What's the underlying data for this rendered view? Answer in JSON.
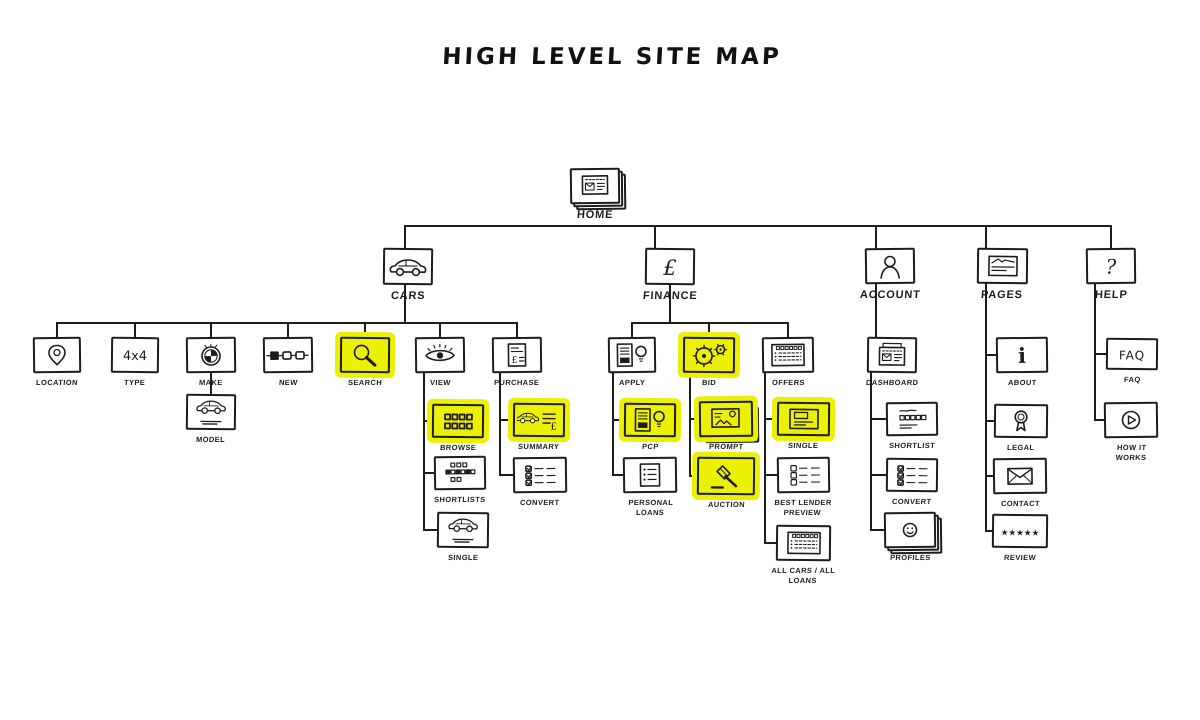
{
  "title": "HIGH LEVEL SITE MAP",
  "colors": {
    "highlight": "#ecf005",
    "ink": "#1d1d1d",
    "background": "#ffffff"
  },
  "sitemap": {
    "root": {
      "id": "home",
      "label": "HOME",
      "icon": "browser-stack-icon",
      "stacked": true
    },
    "sections": [
      {
        "id": "cars",
        "label": "CARS",
        "icon": "car-icon",
        "children": [
          {
            "id": "location",
            "label": "LOCATION",
            "icon": "location-pin-icon"
          },
          {
            "id": "type",
            "label": "TYPE",
            "icon": "4x4-badge-icon"
          },
          {
            "id": "make",
            "label": "MAKE",
            "icon": "brand-roundel-icon",
            "children": [
              {
                "id": "model",
                "label": "MODEL",
                "icon": "car-detail-icon"
              }
            ]
          },
          {
            "id": "new",
            "label": "NEW",
            "icon": "chain-links-icon"
          },
          {
            "id": "search",
            "label": "SEARCH",
            "icon": "magnifier-icon",
            "highlighted": true
          },
          {
            "id": "view",
            "label": "VIEW",
            "icon": "eye-icon",
            "children": [
              {
                "id": "browse",
                "label": "BROWSE",
                "icon": "thumbnail-grid-icon",
                "highlighted": true
              },
              {
                "id": "shortlists",
                "label": "SHORTLISTS",
                "icon": "mini-grid-icon"
              },
              {
                "id": "single-car",
                "label": "SINGLE",
                "icon": "car-detail-icon"
              }
            ]
          },
          {
            "id": "purchase",
            "label": "PURCHASE",
            "icon": "invoice-icon",
            "children": [
              {
                "id": "summary",
                "label": "SUMMARY",
                "icon": "car-summary-icon",
                "highlighted": true
              },
              {
                "id": "convert-cars",
                "label": "CONVERT",
                "icon": "checklist-icon"
              }
            ]
          }
        ]
      },
      {
        "id": "finance",
        "label": "FINANCE",
        "icon": "pound-icon",
        "children": [
          {
            "id": "apply",
            "label": "APPLY",
            "icon": "application-bulb-icon",
            "children": [
              {
                "id": "pcp",
                "label": "PCP",
                "icon": "application-bulb-icon",
                "highlighted": true
              },
              {
                "id": "personal-loans",
                "label": "PERSONAL\nLOANS",
                "icon": "list-icon"
              }
            ]
          },
          {
            "id": "bid",
            "label": "BID",
            "icon": "gears-icon",
            "highlighted": true,
            "children": [
              {
                "id": "prompt",
                "label": "PROMPT",
                "icon": "photo-cards-icon",
                "highlighted": true,
                "stacked": true
              },
              {
                "id": "auction",
                "label": "AUCTION",
                "icon": "gavel-icon",
                "highlighted": true
              }
            ]
          },
          {
            "id": "offers",
            "label": "OFFERS",
            "icon": "data-table-icon",
            "children": [
              {
                "id": "single-offer",
                "label": "SINGLE",
                "icon": "card-lines-icon",
                "highlighted": true
              },
              {
                "id": "best-lender-preview",
                "label": "BEST LENDER\nPREVIEW",
                "icon": "checkbox-list-icon"
              },
              {
                "id": "all-cars-all-loans",
                "label": "ALL CARS / ALL\nLOANS",
                "icon": "data-table-icon"
              }
            ]
          }
        ]
      },
      {
        "id": "account",
        "label": "ACCOUNT",
        "icon": "person-icon",
        "children": [
          {
            "id": "dashboard",
            "label": "DASHBOARD",
            "icon": "dashboard-window-icon",
            "children": [
              {
                "id": "shortlist",
                "label": "SHORTLIST",
                "icon": "card-squares-icon"
              },
              {
                "id": "convert-account",
                "label": "CONVERT",
                "icon": "checklist-icon"
              },
              {
                "id": "profiles",
                "label": "PROFILES",
                "icon": "smiley-card-icon",
                "stacked": true
              }
            ]
          }
        ]
      },
      {
        "id": "pages",
        "label": "PAGES",
        "icon": "pages-stack-icon",
        "children": [
          {
            "id": "about",
            "label": "ABOUT",
            "icon": "info-icon"
          },
          {
            "id": "legal",
            "label": "LEGAL",
            "icon": "rosette-icon"
          },
          {
            "id": "contact",
            "label": "CONTACT",
            "icon": "envelope-icon"
          },
          {
            "id": "review",
            "label": "REVIEW",
            "icon": "stars-icon"
          }
        ]
      },
      {
        "id": "help",
        "label": "HELP",
        "icon": "question-icon",
        "children": [
          {
            "id": "faq",
            "label": "FAQ",
            "icon": "faq-text-icon"
          },
          {
            "id": "how-it-works",
            "label": "HOW IT\nWORKS",
            "icon": "play-icon"
          }
        ]
      }
    ]
  }
}
